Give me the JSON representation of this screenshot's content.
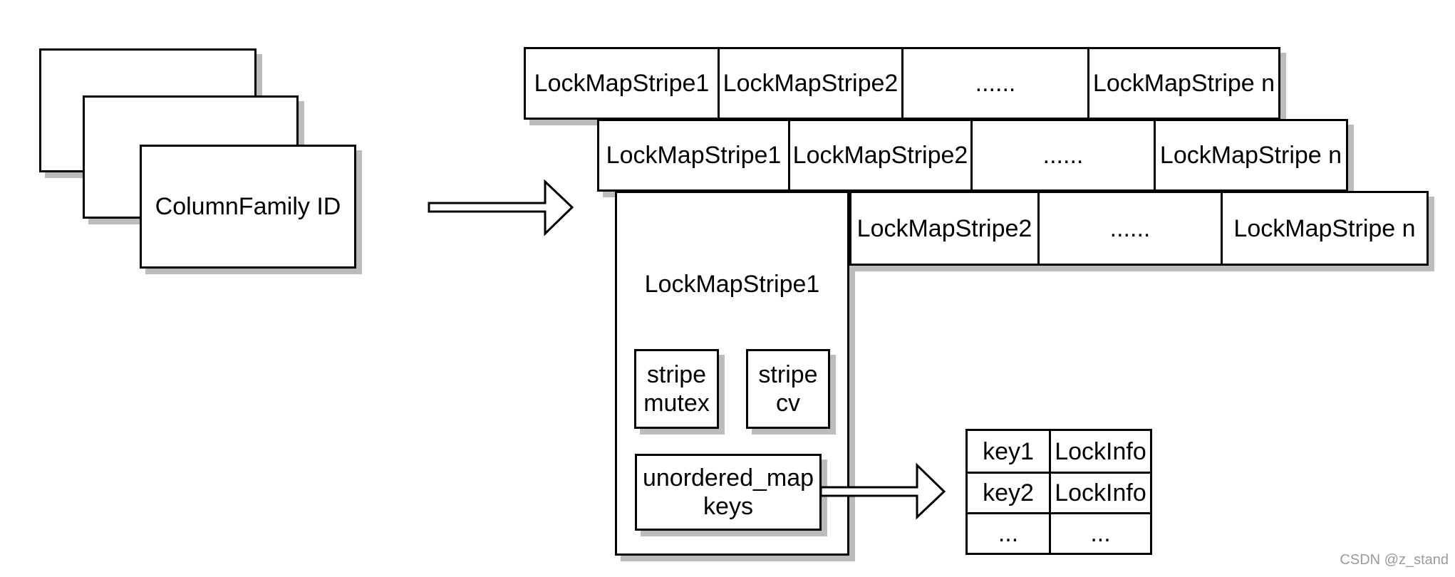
{
  "diagram": {
    "cf_stack": {
      "label": "ColumnFamily ID"
    },
    "stripe_rows": [
      {
        "cells": [
          "LockMapStripe1",
          "LockMapStripe2",
          "......",
          "LockMapStripe n"
        ]
      },
      {
        "cells": [
          "LockMapStripe1",
          "LockMapStripe2",
          "......",
          "LockMapStripe n"
        ]
      },
      {
        "cells": [
          "LockMapStripe2",
          "......",
          "LockMapStripe n"
        ]
      }
    ],
    "stripe_detail": {
      "title": "LockMapStripe1",
      "mutex_box": {
        "line1": "stripe",
        "line2": "mutex"
      },
      "cv_box": {
        "line1": "stripe",
        "line2": "cv"
      },
      "map_box": {
        "line1": "unordered_map",
        "line2": "keys"
      }
    },
    "key_table": {
      "rows": [
        {
          "key": "key1",
          "value": "LockInfo"
        },
        {
          "key": "key2",
          "value": "LockInfo"
        },
        {
          "key": "...",
          "value": "..."
        }
      ]
    },
    "watermark": "CSDN @z_stand",
    "colors": {
      "border": "#000000",
      "fill": "#ffffff",
      "shadow": "#bcbcbc",
      "watermark_text": "#9b9b9b"
    }
  }
}
